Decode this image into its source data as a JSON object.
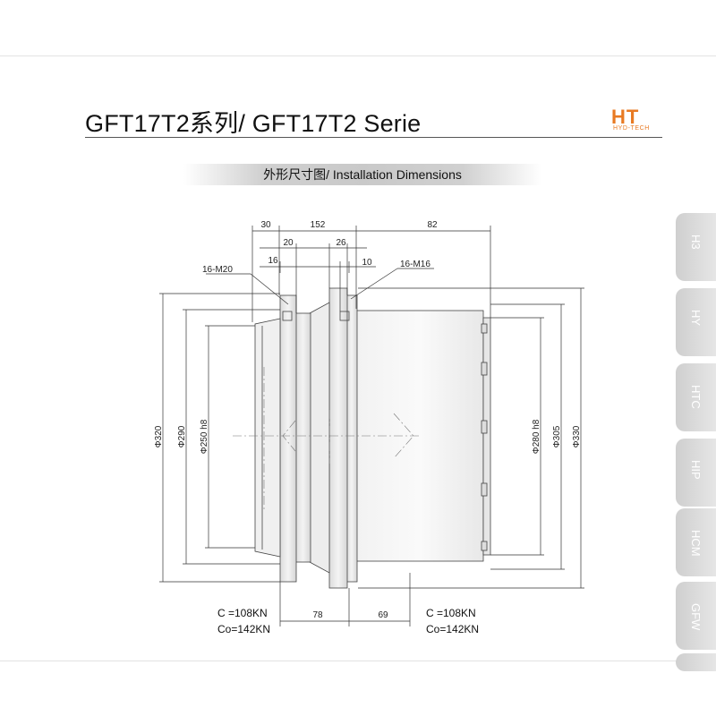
{
  "header": {
    "title": "GFT17T2系列/ GFT17T2 Serie",
    "logo_mark": "HT",
    "logo_sub": "HYD-TECH",
    "brand_color": "#e87a23"
  },
  "section": {
    "title": "外形尺寸图/ Installation Dimensions"
  },
  "tabs": [
    {
      "label": "H3"
    },
    {
      "label": "HY"
    },
    {
      "label": "HTC"
    },
    {
      "label": "HIP"
    },
    {
      "label": "HCM"
    },
    {
      "label": "GFW"
    }
  ],
  "drawing": {
    "top_dims": {
      "d30": "30",
      "d152": "152",
      "d82": "82",
      "d20": "20",
      "d26": "26",
      "d16": "16",
      "d10": "10"
    },
    "threads": {
      "left": "16-M20",
      "right": "16-M16"
    },
    "diameters": {
      "phi320": "Φ320",
      "phi290": "Φ290",
      "phi250": "Φ250 h8",
      "phi280": "Φ280 h8",
      "phi305": "Φ305",
      "phi330": "Φ330"
    },
    "bottom_dims": {
      "d78": "78",
      "d69": "69"
    },
    "bearing_left": {
      "c": "C  =108KN",
      "co": "Co=142KN"
    },
    "bearing_right": {
      "c": "C  =108KN",
      "co": "Co=142KN"
    }
  }
}
